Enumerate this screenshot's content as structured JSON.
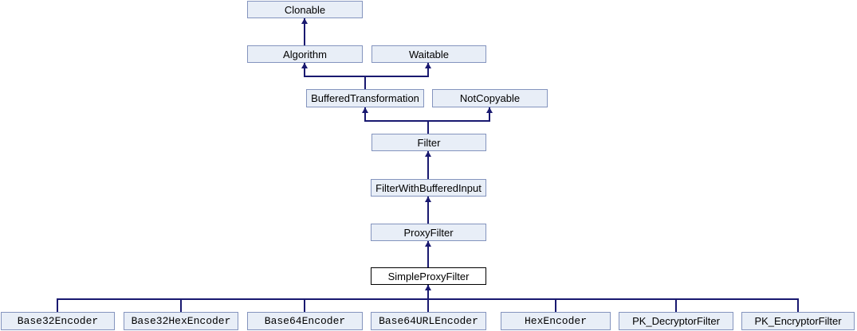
{
  "diagram": {
    "kind": "class-inheritance-graph",
    "focus_node": "SimpleProxyFilter",
    "colors": {
      "background": "#FFFFFF",
      "node_fill": "#E8EEF7",
      "node_border": "#8494BE",
      "focus_fill": "#FFFFFF",
      "focus_border": "#000000",
      "edge": "#191970",
      "text": "#000000"
    },
    "nodes": [
      {
        "label": "Clonable"
      },
      {
        "label": "Algorithm"
      },
      {
        "label": "Waitable"
      },
      {
        "label": "BufferedTransformation"
      },
      {
        "label": "NotCopyable"
      },
      {
        "label": "Filter"
      },
      {
        "label": "FilterWithBufferedInput"
      },
      {
        "label": "ProxyFilter"
      },
      {
        "label": "SimpleProxyFilter"
      },
      {
        "label": "Base32Encoder"
      },
      {
        "label": "Base32HexEncoder"
      },
      {
        "label": "Base64Encoder"
      },
      {
        "label": "Base64URLEncoder"
      },
      {
        "label": "HexEncoder"
      },
      {
        "label": "PK_DecryptorFilter"
      },
      {
        "label": "PK_EncryptorFilter"
      }
    ],
    "edges": [
      {
        "from": "Algorithm",
        "to": "Clonable"
      },
      {
        "from": "BufferedTransformation",
        "to": "Algorithm"
      },
      {
        "from": "BufferedTransformation",
        "to": "Waitable"
      },
      {
        "from": "Filter",
        "to": "BufferedTransformation"
      },
      {
        "from": "Filter",
        "to": "NotCopyable"
      },
      {
        "from": "FilterWithBufferedInput",
        "to": "Filter"
      },
      {
        "from": "ProxyFilter",
        "to": "FilterWithBufferedInput"
      },
      {
        "from": "SimpleProxyFilter",
        "to": "ProxyFilter"
      },
      {
        "from": "Base32Encoder",
        "to": "SimpleProxyFilter"
      },
      {
        "from": "Base32HexEncoder",
        "to": "SimpleProxyFilter"
      },
      {
        "from": "Base64Encoder",
        "to": "SimpleProxyFilter"
      },
      {
        "from": "Base64URLEncoder",
        "to": "SimpleProxyFilter"
      },
      {
        "from": "HexEncoder",
        "to": "SimpleProxyFilter"
      },
      {
        "from": "PK_DecryptorFilter",
        "to": "SimpleProxyFilter"
      },
      {
        "from": "PK_EncryptorFilter",
        "to": "SimpleProxyFilter"
      }
    ]
  }
}
